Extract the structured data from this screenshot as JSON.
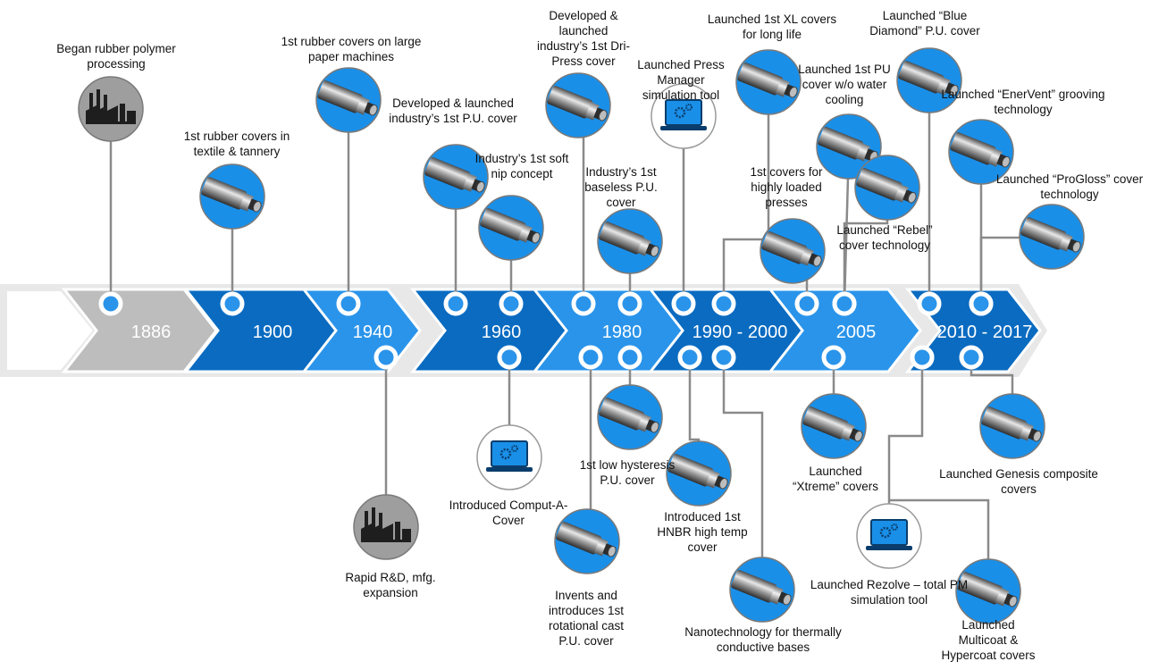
{
  "timeline": {
    "periods": [
      {
        "label": "1886",
        "color": "#bdbdbd"
      },
      {
        "label": "1900",
        "color": "#0a6bc1"
      },
      {
        "label": "1940",
        "color": "#2a94ea"
      },
      {
        "label": "1960",
        "color": "#0a6bc1"
      },
      {
        "label": "1980",
        "color": "#2a94ea"
      },
      {
        "label": "1990 - 2000",
        "color": "#0a6bc1"
      },
      {
        "label": "2005",
        "color": "#2a94ea"
      },
      {
        "label": "2010 - 2017",
        "color": "#0a6bc1"
      }
    ],
    "colors": {
      "connector": "#8a8a8a",
      "node": "#2a94ea",
      "icon_bg": "#1a8fe8",
      "factory_bg": "#9e9e9e",
      "backdrop": "#e8e8e8"
    }
  },
  "events": [
    {
      "id": "e1",
      "icon": "factory-icon",
      "text": "Began rubber polymer processing"
    },
    {
      "id": "e2",
      "icon": "roll-icon",
      "text": "1st rubber covers in textile & tannery"
    },
    {
      "id": "e3",
      "icon": "roll-icon",
      "text": "1st rubber covers on large paper machines"
    },
    {
      "id": "e4",
      "icon": "factory-icon",
      "text": "Rapid R&D, mfg. expansion"
    },
    {
      "id": "e5",
      "icon": "roll-icon",
      "text": "Developed & launched industry’s 1st P.U. cover"
    },
    {
      "id": "e6",
      "icon": "roll-icon",
      "text": "Industry’s 1st soft nip concept"
    },
    {
      "id": "e7",
      "icon": "laptop-icon",
      "text": "Introduced Comput-A-Cover"
    },
    {
      "id": "e8",
      "icon": "roll-icon",
      "text": "Developed & launched industry’s 1st Dri-Press cover"
    },
    {
      "id": "e9",
      "icon": "roll-icon",
      "text": "Industry’s 1st baseless P.U. cover"
    },
    {
      "id": "e10",
      "icon": "roll-icon",
      "text": "1st low hysteresis P.U. cover"
    },
    {
      "id": "e11",
      "icon": "roll-icon",
      "text": "Invents and introduces 1st rotational cast P.U. cover"
    },
    {
      "id": "e12",
      "icon": "laptop-icon",
      "text": "Launched Press Manager simulation tool"
    },
    {
      "id": "e13",
      "icon": "roll-icon",
      "text": "Launched 1st XL covers for long life"
    },
    {
      "id": "e14",
      "icon": "roll-icon",
      "text": "Introduced 1st HNBR high temp cover"
    },
    {
      "id": "e15",
      "icon": "roll-icon",
      "text": "Nanotechnology for thermally conductive bases"
    },
    {
      "id": "e16",
      "icon": "roll-icon",
      "text": "1st covers for highly loaded presses"
    },
    {
      "id": "e17",
      "icon": "roll-icon",
      "text": "Launched 1st PU cover w/o water cooling"
    },
    {
      "id": "e18",
      "icon": "roll-icon",
      "text": "Launched “Rebel” cover technology"
    },
    {
      "id": "e19",
      "icon": "roll-icon",
      "text": "Launched “Xtreme” covers"
    },
    {
      "id": "e20",
      "icon": "roll-icon",
      "text": "Launched “Blue Diamond” P.U. cover"
    },
    {
      "id": "e21",
      "icon": "roll-icon",
      "text": "Launched “EnerVent” grooving technology"
    },
    {
      "id": "e22",
      "icon": "roll-icon",
      "text": "Launched “ProGloss” cover technology"
    },
    {
      "id": "e23",
      "icon": "roll-icon",
      "text": "Launched Genesis composite covers"
    },
    {
      "id": "e24",
      "icon": "laptop-icon",
      "text": "Launched Rezolve – total PM simulation tool"
    },
    {
      "id": "e25",
      "icon": "roll-icon",
      "text": "Launched Multicoat & Hypercoat covers"
    }
  ]
}
